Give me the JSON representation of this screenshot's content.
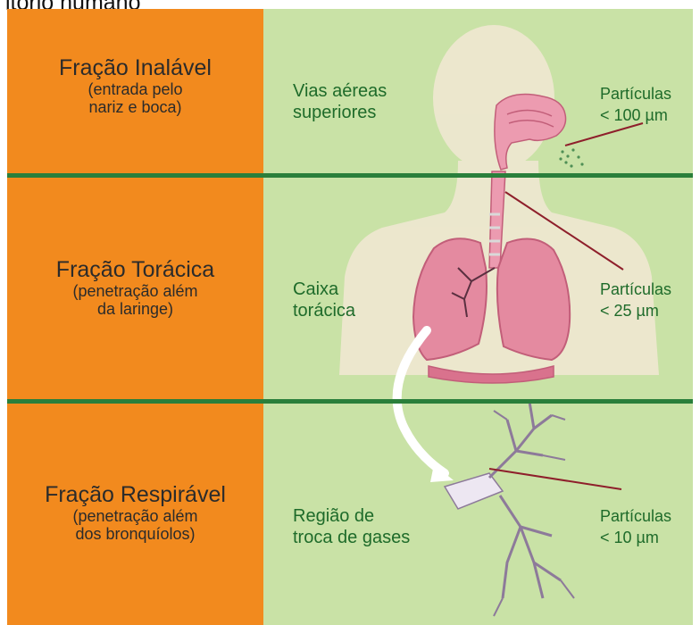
{
  "page_title": "itório humano",
  "colors": {
    "left_column": "#f28a1e",
    "right_column": "#c9e2a6",
    "divider": "#2a7f3b",
    "region_text": "#1e6b2a",
    "body_silhouette": "#efe8d2",
    "lung": "#e48aa0",
    "pointer_line": "#8e1f2b"
  },
  "sections": [
    {
      "fraction_title": "Fração Inalável",
      "fraction_desc": [
        "(entrada pelo",
        "nariz e boca)"
      ],
      "region": [
        "Vias aéreas",
        "superiores"
      ],
      "particles_label": "Partículas",
      "particles_size": "< 100 µm"
    },
    {
      "fraction_title": "Fração Torácica",
      "fraction_desc": [
        "(penetração além",
        "da laringe)"
      ],
      "region": [
        "Caixa",
        "torácica"
      ],
      "particles_label": "Partículas",
      "particles_size": "< 25 µm"
    },
    {
      "fraction_title": "Fração Respirável",
      "fraction_desc": [
        "(penetração além",
        "dos bronquíolos)"
      ],
      "region": [
        "Região de",
        "troca de gases"
      ],
      "particles_label": "Partículas",
      "particles_size": "< 10 µm"
    }
  ]
}
